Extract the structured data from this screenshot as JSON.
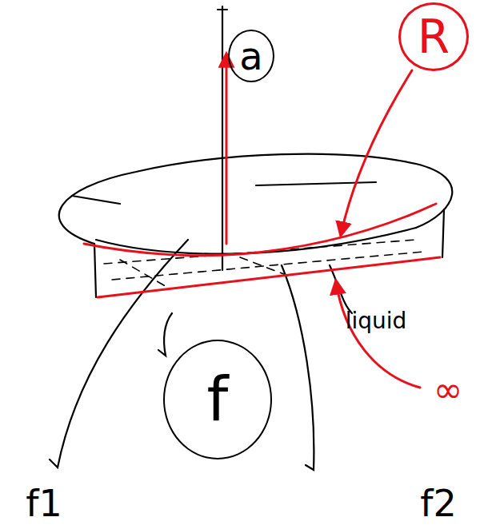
{
  "diagram": {
    "nodes": [
      {
        "text": [
          "a"
        ]
      },
      {
        "text": [
          "R"
        ]
      },
      {
        "text": [
          "f"
        ]
      }
    ],
    "labels": [
      "liquid",
      "∞",
      "f1",
      "f2"
    ]
  }
}
